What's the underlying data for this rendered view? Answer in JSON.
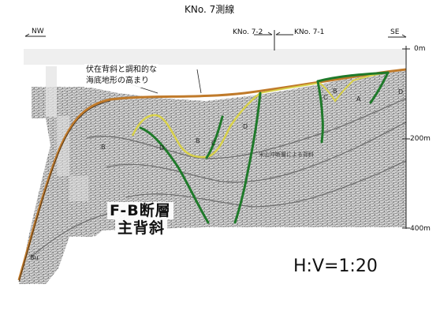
{
  "figure": {
    "title": "KNo. 7測線",
    "direction_left": "NW",
    "direction_right": "SE",
    "crossing_line_a": "KNo. 7-2",
    "crossing_line_b": "KNo. 7-1",
    "depth_labels": [
      "0m",
      "200m",
      "400m"
    ],
    "annotation_note_line1": "伏在背斜と調和的な",
    "annotation_note_line2": "海底地形の高まり",
    "fault_label_line1": "F-B断層",
    "fault_label_line2": "主背斜",
    "scale_label": "H:V=1:20",
    "unit_labels": {
      "b_left": "B",
      "bu": "Bu",
      "d_left": "D",
      "b_mid": "B",
      "c_mid": "C",
      "d_mid": "D",
      "b_right": "B",
      "c_right": "C",
      "a_right": "A",
      "d_right": "D"
    },
    "inset_annotation": "米山沖断層による背斜"
  },
  "colors": {
    "seafloor": "#c07a2a",
    "horizon_yellow": "#d8d14a",
    "fault_green": "#1f7a2a",
    "horizon_gray": "#6b6b6b",
    "seismic_texture": "#9a9a9a"
  }
}
